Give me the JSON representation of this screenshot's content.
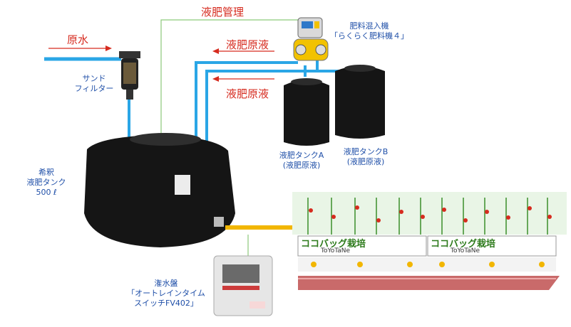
{
  "labels": {
    "raw_water": "原水",
    "fertilizer_mgmt": "液肥管理",
    "stock_solution_top": "液肥原液",
    "stock_solution_mid": "液肥原液",
    "sand_filter_l1": "サンド",
    "sand_filter_l2": "フィルター",
    "mixer_l1": "肥料混入機",
    "mixer_l2": "「らくらく肥料機４」",
    "tank_a_l1": "液肥タンクA",
    "tank_a_l2": "(液肥原液)",
    "tank_b_l1": "液肥タンクB",
    "tank_b_l2": "(液肥原液)",
    "dilution_l1": "希釈",
    "dilution_l2": "液肥タンク",
    "dilution_l3": "500 ℓ",
    "panel_l1": "潅水盤",
    "panel_l2": "「オートレインタイム",
    "panel_l3": "スイッチFV402」",
    "bag_brand": "ココバッグ栽培",
    "bag_maker": "ToYoTaNe"
  },
  "colors": {
    "red_text": "#d62b1f",
    "blue_text": "#1f4fa8",
    "water_pipe": "#2aa6e6",
    "feed_pipe": "#f2b600",
    "control_line": "#8cc97a",
    "tank": "#151515"
  }
}
